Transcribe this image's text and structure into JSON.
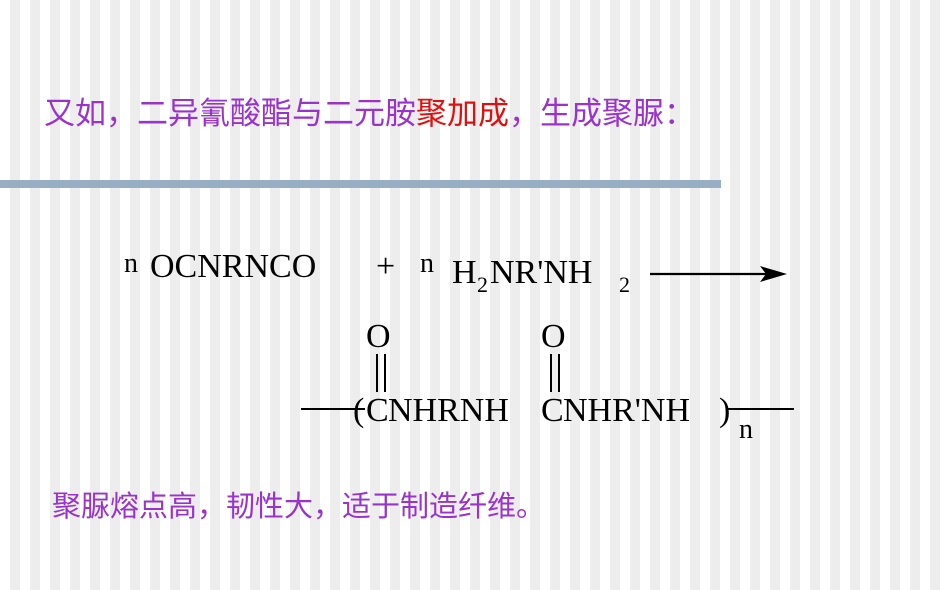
{
  "intro": {
    "part1": "又如，二异氰酸酯与二元胺",
    "highlight": "聚加成",
    "part2": "，生成聚脲："
  },
  "reaction": {
    "coef1": "n",
    "reactant1": "OCNRNCO",
    "plus": "+",
    "coef2": "n",
    "r2_h": "H",
    "r2_sub1": "2",
    "r2_mid": "NR'NH",
    "r2_sub2": "2"
  },
  "product": {
    "o1": "O",
    "o2": "O",
    "open": "(",
    "c1": "C",
    "mid": "NHRNH",
    "c2": "C",
    "tail": "NHR'NH",
    "close": ")",
    "n": "n"
  },
  "conclusion": "聚脲熔点高，韧性大，适于制造纤维。",
  "colors": {
    "purple_text": "#9933cc",
    "red_highlight": "#e01010",
    "divider": "#98aec4"
  }
}
